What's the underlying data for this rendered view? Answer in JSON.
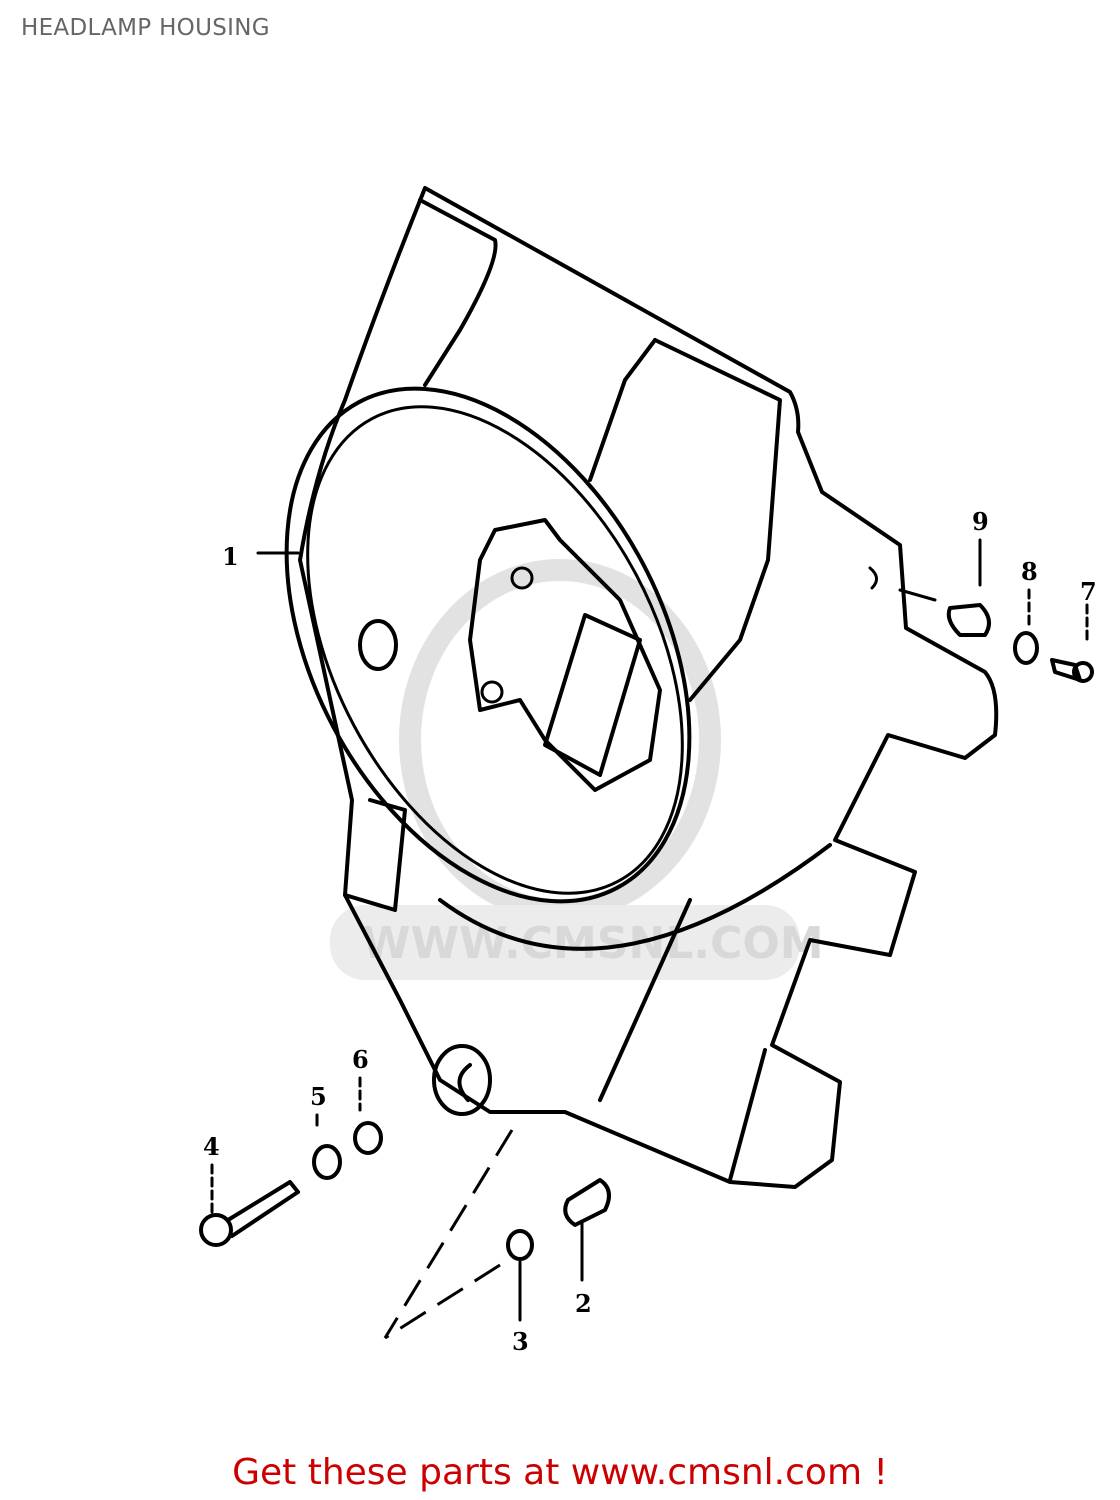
{
  "title": "HEADLAMP HOUSING",
  "footer": "Get these parts at www.cmsnl.com !",
  "watermark": "WWW.CMSNL.COM",
  "callouts": [
    "1",
    "2",
    "3",
    "4",
    "5",
    "6",
    "7",
    "8",
    "9"
  ],
  "colors": {
    "title": "#666666",
    "footer": "#cc0000",
    "watermark": "#d8d8d8"
  }
}
